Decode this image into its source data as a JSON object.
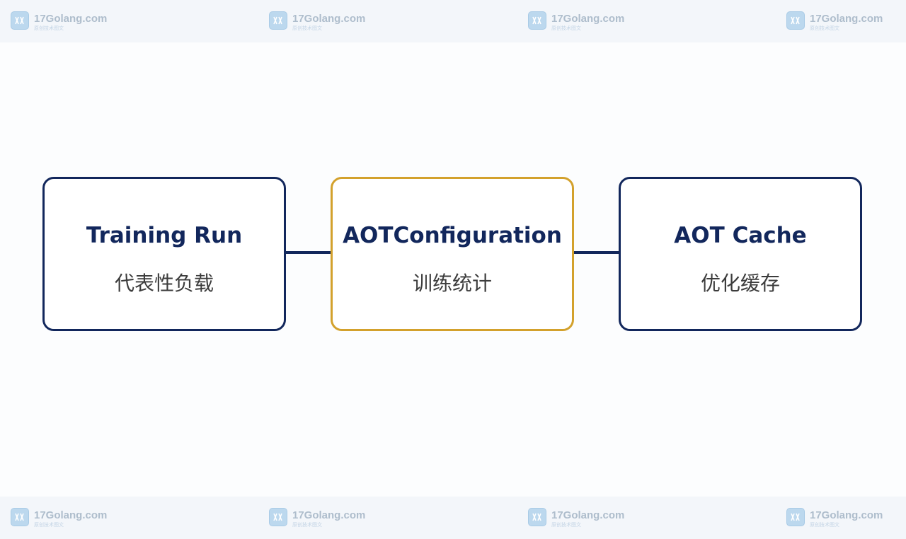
{
  "watermark": {
    "site": "17Golang.com",
    "tagline": "原创技术图文"
  },
  "diagram": {
    "nodes": [
      {
        "title": "Training Run",
        "subtitle": "代表性负载"
      },
      {
        "title": "AOTConfiguration",
        "subtitle": "训练统计"
      },
      {
        "title": "AOT Cache",
        "subtitle": "优化缓存"
      }
    ],
    "colors": {
      "node_border": "#12275c",
      "highlight_border": "#d3a12c",
      "title_text": "#12275c",
      "subtitle_text": "#3c3c3c",
      "connector": "#12275c"
    }
  }
}
